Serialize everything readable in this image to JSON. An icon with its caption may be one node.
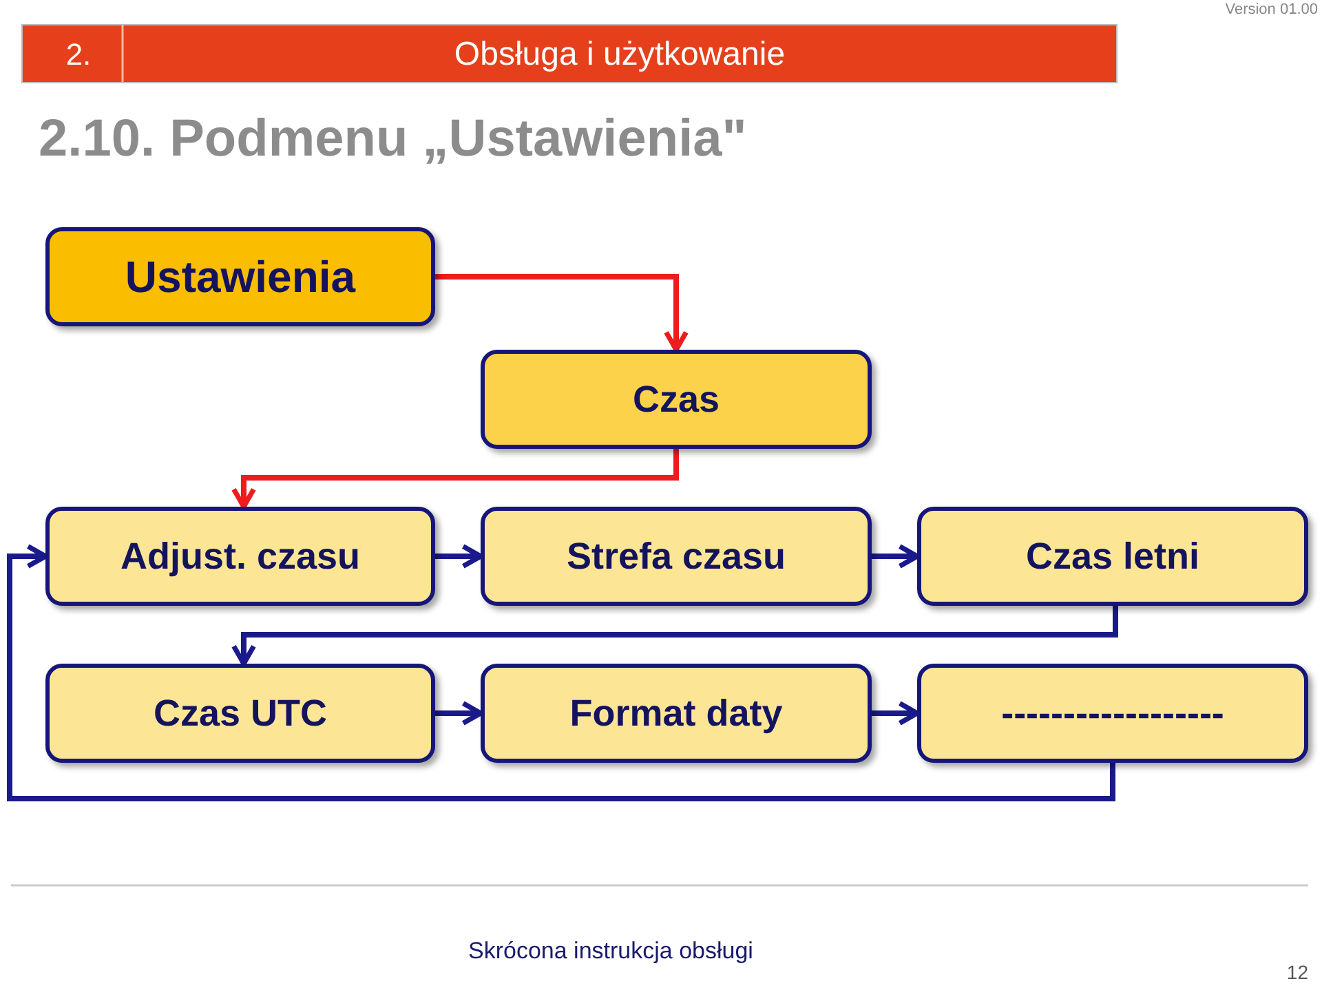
{
  "diagram": {
    "title": "2.10. Podmenu „Ustawienia\"",
    "nodes": [
      {
        "text": [
          "Ustawienia"
        ]
      },
      {
        "text": [
          "Czas"
        ]
      },
      {
        "text": [
          "Adjust. czasu"
        ]
      },
      {
        "text": [
          "Strefa czasu"
        ]
      },
      {
        "text": [
          "Czas letni"
        ]
      },
      {
        "text": [
          "Czas UTC"
        ]
      },
      {
        "text": [
          "Format daty"
        ]
      },
      {
        "text": [
          "------------------"
        ]
      }
    ],
    "edges": [
      {
        "from": 0,
        "to": 1,
        "arrow": "to",
        "color": "#ee1c1c"
      },
      {
        "from": 1,
        "to": 2,
        "arrow": "to",
        "color": "#ee1c1c"
      },
      {
        "from": 2,
        "to": 3,
        "arrow": "to"
      },
      {
        "from": 3,
        "to": 4,
        "arrow": "to"
      },
      {
        "from": 4,
        "to": 5,
        "arrow": "to"
      },
      {
        "from": 5,
        "to": 6,
        "arrow": "to"
      },
      {
        "from": 6,
        "to": 7,
        "arrow": "to"
      },
      {
        "from": 7,
        "to": 2,
        "arrow": "to"
      }
    ],
    "labels": [
      "Version 01.00",
      "2.",
      "Obsługa i użytkowanie",
      "Skrócona instrukcja obsługi",
      "12"
    ]
  }
}
